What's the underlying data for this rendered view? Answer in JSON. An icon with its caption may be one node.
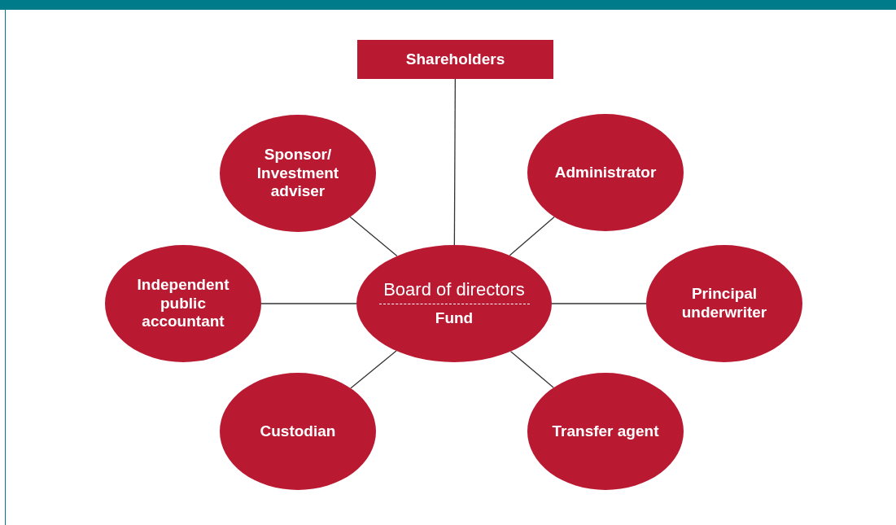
{
  "diagram": {
    "nodes": [
      {
        "text": [
          "Shareholders"
        ]
      },
      {
        "text": [
          "Board of directors",
          "Fund"
        ]
      },
      {
        "text": [
          "Sponsor/ Investment adviser"
        ]
      },
      {
        "text": [
          "Administrator"
        ]
      },
      {
        "text": [
          "Independent public accountant"
        ]
      },
      {
        "text": [
          "Principal underwriter"
        ]
      },
      {
        "text": [
          "Custodian"
        ]
      },
      {
        "text": [
          "Transfer agent"
        ]
      }
    ],
    "edges": [
      {
        "from": 0,
        "to": 1,
        "arrow": "none"
      },
      {
        "from": 2,
        "to": 1,
        "arrow": "none"
      },
      {
        "from": 3,
        "to": 1,
        "arrow": "none"
      },
      {
        "from": 4,
        "to": 1,
        "arrow": "none"
      },
      {
        "from": 5,
        "to": 1,
        "arrow": "none"
      },
      {
        "from": 6,
        "to": 1,
        "arrow": "none"
      },
      {
        "from": 7,
        "to": 1,
        "arrow": "none"
      }
    ]
  }
}
